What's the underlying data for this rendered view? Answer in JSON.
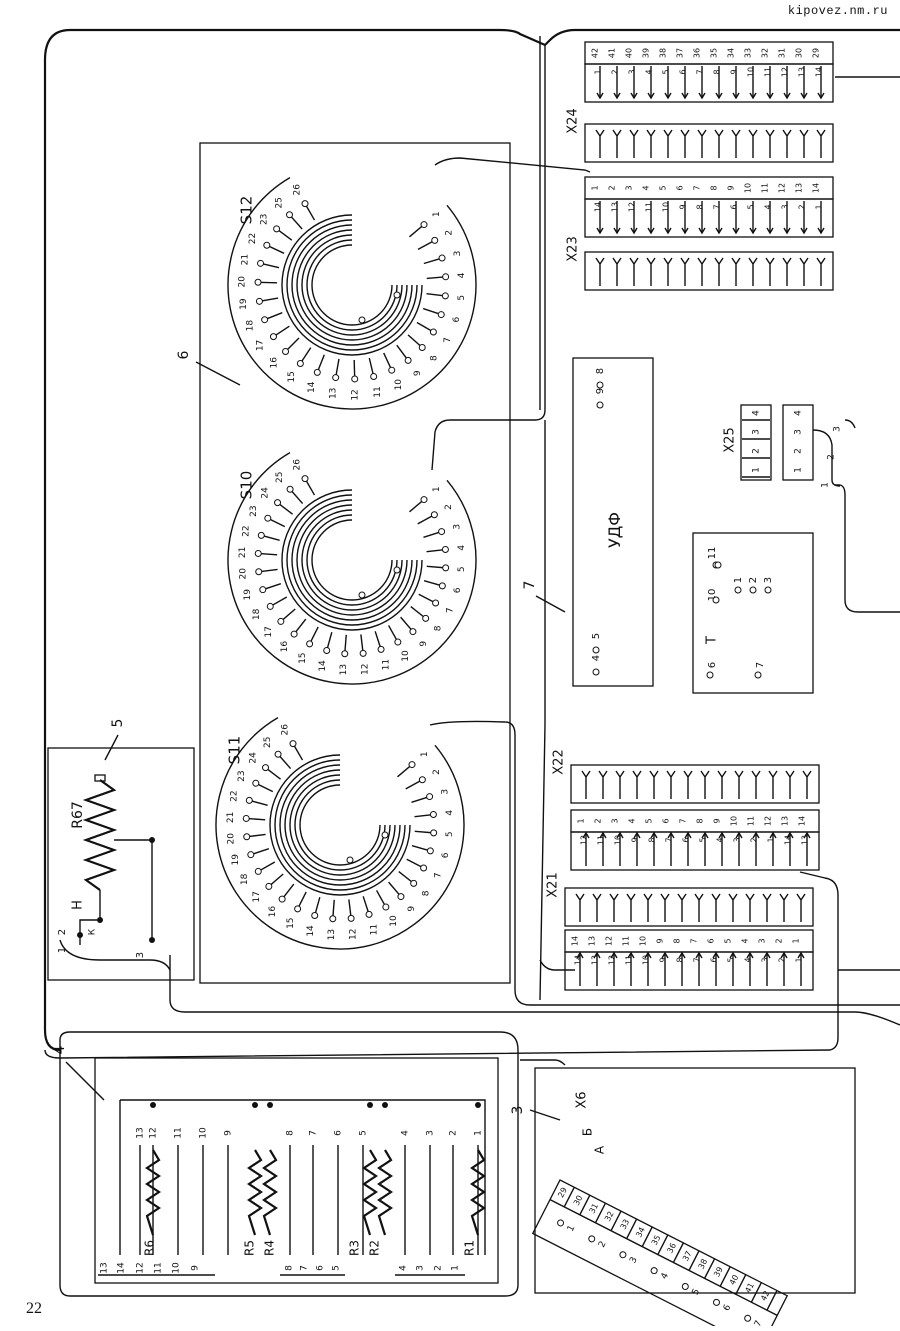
{
  "header": {
    "site": "kipovez.nm.ru"
  },
  "footer": {
    "page_number": "22"
  },
  "callouts": [
    "3",
    "4",
    "5",
    "6",
    "7"
  ],
  "switches": [
    {
      "name": "S12",
      "pins": [
        "1",
        "2",
        "3",
        "4",
        "5",
        "6",
        "7",
        "8",
        "9",
        "10",
        "11",
        "12",
        "13",
        "14",
        "15",
        "16",
        "17",
        "18",
        "19",
        "20",
        "21",
        "22",
        "23",
        "25",
        "26"
      ]
    },
    {
      "name": "S10",
      "pins": [
        "1",
        "2",
        "3",
        "4",
        "5",
        "6",
        "7",
        "8",
        "9",
        "10",
        "11",
        "12",
        "13",
        "14",
        "15",
        "16",
        "17",
        "18",
        "19",
        "20",
        "21",
        "22",
        "23",
        "24",
        "25",
        "26"
      ]
    },
    {
      "name": "S11",
      "pins": [
        "1",
        "2",
        "3",
        "4",
        "5",
        "6",
        "7",
        "8",
        "9",
        "10",
        "11",
        "12",
        "13",
        "14",
        "15",
        "16",
        "17",
        "18",
        "19",
        "20",
        "21",
        "22",
        "23",
        "24",
        "25",
        "26"
      ]
    }
  ],
  "connectors": {
    "X24": {
      "name": "X24",
      "top_pins": [
        "42",
        "41",
        "40",
        "39",
        "38",
        "37",
        "36",
        "35",
        "34",
        "33",
        "32",
        "31",
        "30",
        "29"
      ],
      "bottom_pins": [
        "1",
        "2",
        "3",
        "4",
        "5",
        "6",
        "7",
        "8",
        "9",
        "10",
        "11",
        "12",
        "13",
        "14"
      ]
    },
    "X23": {
      "name": "X23",
      "top_pins": [
        "1",
        "2",
        "3",
        "4",
        "5",
        "6",
        "7",
        "8",
        "9",
        "10",
        "11",
        "12",
        "13",
        "14"
      ],
      "bottom_pins": [
        "14",
        "13",
        "12",
        "11",
        "10",
        "9",
        "8",
        "7",
        "6",
        "5",
        "4",
        "3",
        "2",
        "1"
      ]
    },
    "X25": {
      "name": "X25",
      "pins": [
        "1",
        "2",
        "3",
        "4"
      ],
      "wires": [
        "1",
        "2",
        "3"
      ]
    },
    "X22": {
      "name": "X22",
      "top_pins": [
        "1",
        "2",
        "3",
        "4",
        "5",
        "6",
        "7",
        "8",
        "9",
        "10",
        "11",
        "12",
        "13",
        "14"
      ],
      "bottom_pins": [
        "12",
        "11",
        "10",
        "9",
        "8",
        "7",
        "6",
        "5",
        "4",
        "3",
        "2",
        "1",
        "14",
        "13"
      ]
    },
    "X21": {
      "name": "X21",
      "top_pins": [
        "14",
        "13",
        "12",
        "11",
        "10",
        "9",
        "8",
        "7",
        "6",
        "5",
        "4",
        "3",
        "2",
        "1"
      ],
      "bottom_pins": [
        "14",
        "13",
        "12",
        "11",
        "10",
        "9",
        "8",
        "7",
        "6",
        "5",
        "4",
        "3",
        "2",
        "1"
      ]
    },
    "X6": {
      "name": "X6",
      "label_a": "А",
      "label_b": "Б",
      "a_pins": [
        "1",
        "2",
        "3",
        "4",
        "5",
        "6",
        "7"
      ],
      "b_pins": [
        "29",
        "30",
        "31",
        "32",
        "33",
        "34",
        "35",
        "36",
        "37",
        "38",
        "39",
        "40",
        "41",
        "42"
      ],
      "b_bottom": [
        "1",
        "2",
        "3",
        "4",
        "5",
        "6",
        "7"
      ]
    }
  },
  "udf": {
    "name": "УДФ",
    "terminals": [
      "8",
      "9",
      "5",
      "4"
    ]
  },
  "tblock": {
    "name": "Т",
    "terminals": [
      "11",
      "10",
      "1",
      "2",
      "3",
      "6",
      "7"
    ]
  },
  "rheostat": {
    "name": "R67",
    "h": "Н",
    "k": "К",
    "terminals": [
      "1",
      "2",
      "3"
    ]
  },
  "resistors": {
    "names": [
      "R6",
      "R5",
      "R4",
      "R3",
      "R2",
      "R1"
    ],
    "top_pins": [
      "13",
      "12",
      "11",
      "10",
      "9",
      "8",
      "7",
      "6",
      "5",
      "4",
      "3",
      "2",
      "1"
    ],
    "bottom_pins": [
      "13",
      "14",
      "12",
      "11",
      "10",
      "9",
      "8",
      "7",
      "6",
      "5",
      "4",
      "3",
      "2",
      "1"
    ]
  }
}
